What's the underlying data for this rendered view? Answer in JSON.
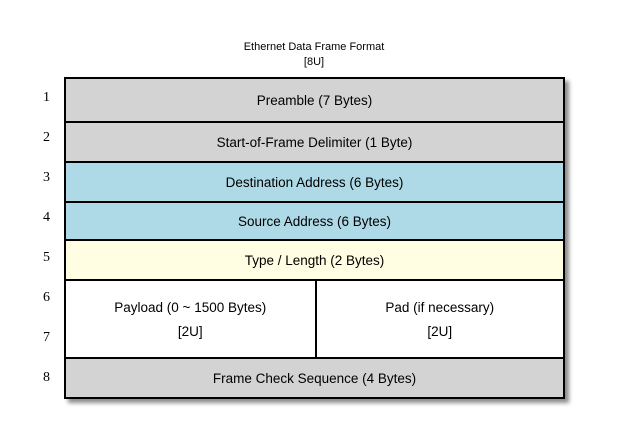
{
  "title": {
    "text": "Ethernet Data Frame Format",
    "unit": "[8U]"
  },
  "row_numbers": [
    "1",
    "2",
    "3",
    "4",
    "5",
    "6",
    "7",
    "8"
  ],
  "colors": {
    "gray": "#d3d3d3",
    "blue": "#aed9e6",
    "yellow": "#fffee2",
    "white": "#ffffff",
    "border": "#000000"
  },
  "fields": [
    {
      "label": "Preamble (7 Bytes)",
      "color": "#d3d3d3"
    },
    {
      "label": "Start-of-Frame Delimiter (1 Byte)",
      "color": "#d3d3d3"
    },
    {
      "label": "Destination Address (6 Bytes)",
      "color": "#aed9e6"
    },
    {
      "label": "Source Address (6 Bytes)",
      "color": "#aed9e6"
    },
    {
      "label": "Type / Length (2 Bytes)",
      "color": "#fffee2"
    },
    {
      "color": "#ffffff",
      "cells": [
        {
          "label": "Payload (0 ~ 1500 Bytes)",
          "unit": "[2U]"
        },
        {
          "label": "Pad (if necessary)",
          "unit": "[2U]"
        }
      ]
    },
    {
      "label": "Frame Check Sequence (4 Bytes)",
      "color": "#d3d3d3"
    }
  ]
}
